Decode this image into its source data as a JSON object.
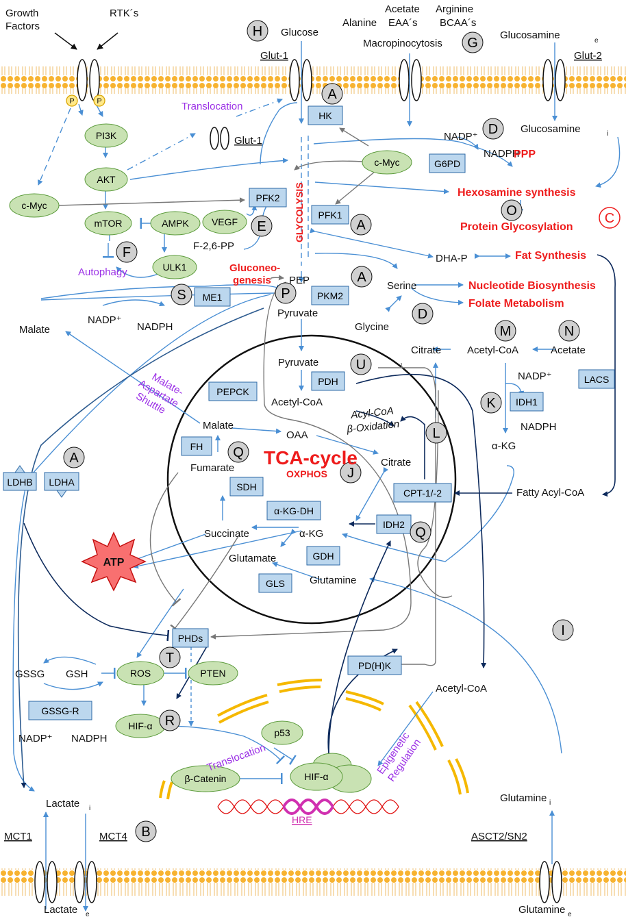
{
  "membrane_labels": {
    "growth_factors": [
      "Growth",
      "Factors"
    ],
    "rtks": "RTK´s",
    "glut1_top": "Glut-1",
    "glucose": "Glucose",
    "amino_acids_row1": [
      "Acetate",
      "Arginine"
    ],
    "amino_acids_row2": [
      "Alanine",
      "EAA´s",
      "BCAA´s"
    ],
    "macropinocytosis": "Macropinocytosis",
    "glucosamine_e": "Glucosamine",
    "glucosamine_e_sub": "e",
    "glut2": "Glut-2",
    "mct1": "MCT1",
    "mct4": "MCT4",
    "asct2": "ASCT2/SN2",
    "lactate_i": "Lactate",
    "lactate_i_sub": "i",
    "lactate_e": "Lactate",
    "lactate_e_sub": "e",
    "glutamine_i": "Glutamine",
    "glutamine_i_sub": "i",
    "glutamine_e": "Glutamine",
    "glutamine_e_sub": "e",
    "phospho": "P"
  },
  "markers": {
    "A": "A",
    "B": "B",
    "C": "C",
    "D": "D",
    "E": "E",
    "F": "F",
    "G": "G",
    "H": "H",
    "I": "I",
    "J": "J",
    "K": "K",
    "L": "L",
    "M": "M",
    "N": "N",
    "O": "O",
    "P": "P",
    "Q": "Q",
    "R": "R",
    "S": "S",
    "T": "T",
    "U": "U"
  },
  "enzymes": {
    "hk": "HK",
    "g6pd": "G6PD",
    "pfk2": "PFK2",
    "pfk1": "PFK1",
    "me1": "ME1",
    "pkm2": "PKM2",
    "pdh": "PDH",
    "pepck": "PEPCK",
    "idh1": "IDH1",
    "lacs": "LACS",
    "fh": "FH",
    "sdh": "SDH",
    "akgdh": "α-KG-DH",
    "gdh": "GDH",
    "gls": "GLS",
    "idh2": "IDH2",
    "cpt": "CPT-1/-2",
    "ldhb": "LDHB",
    "ldha": "LDHA",
    "phds": "PHDs",
    "pdhk": "PD(H)K",
    "gssgr": "GSSG-R"
  },
  "proteins": {
    "pi3k": "PI3K",
    "akt": "AKT",
    "cmyc_left": "c-Myc",
    "cmyc_top": "c-Myc",
    "mtor": "mTOR",
    "ampk": "AMPK",
    "ulk1": "ULK1",
    "vegf": "VEGF",
    "ros": "ROS",
    "pten": "PTEN",
    "hif_cyto": "HIF-α",
    "hif_nuc": "HIF-α",
    "p53": "p53",
    "bcatenin": "β-Catenin"
  },
  "metabolites": {
    "nadp_top": "NADP⁺",
    "nadph_top": "NADPH",
    "f26pp": "F-2,6-PP",
    "pep": "PEP",
    "pyruvate_cyto": "Pyruvate",
    "dhap": "DHA-P",
    "serine": "Serine",
    "glycine": "Glycine",
    "malate_out": "Malate",
    "nadp_mid": "NADP⁺",
    "nadph_mid": "NADPH",
    "citrate_out": "Citrate",
    "acetylcoa_out": "Acetyl-CoA",
    "acetate": "Acetate",
    "nadp_right": "NADP⁺",
    "nadph_right": "NADPH",
    "akg_out": "α-KG",
    "pyruvate_mito": "Pyruvate",
    "acetylcoa_mito": "Acetyl-CoA",
    "malate_mito": "Malate",
    "oaa": "OAA",
    "fumarate": "Fumarate",
    "citrate_mito": "Citrate",
    "succinate": "Succinate",
    "akg_mito": "α-KG",
    "glutamate": "Glutamate",
    "glutamine_mito": "Glutamine",
    "fatty_acylcoa": "Fatty Acyl-CoA",
    "gssg": "GSSG",
    "gsh": "GSH",
    "nadp_bottom": "NADP⁺",
    "nadph_bottom": "NADPH",
    "acetylcoa_nuc": "Acetyl-CoA",
    "glucosamine_i": "Glucosamine",
    "glucosamine_i_sub": "i"
  },
  "processes": {
    "translocation_top": "Translocation",
    "glut1_vesicle": "Glut-1",
    "autophagy": "Autophagy",
    "glycolysis": "GLYCOLYSIS",
    "ppp": "PPP",
    "hexosamine": "Hexosamine synthesis",
    "protein_glyco": "Protein Glycosylation",
    "fat_synth": "Fat Synthesis",
    "gluconeo": [
      "Gluconeo-",
      "genesis"
    ],
    "nucleotide": "Nucleotide Biosynthesis",
    "folate": "Folate Metabolism",
    "shuttle": [
      "Malate-",
      "Aspartate",
      "Shuttle"
    ],
    "beta_ox": [
      "Acyl-CoA",
      "β-Oxidation"
    ],
    "tca": "TCA-cycle",
    "oxphos": "OXPHOS",
    "atp": "ATP",
    "translocation_bottom": "Translocation",
    "epigenetic": [
      "Epigenetic",
      "Regulation"
    ],
    "hre": "HRE"
  },
  "colors": {
    "arrow_light": "#4a8fd4",
    "arrow_dark": "#0d2a5c",
    "enzyme_fill": "#bcd7ee",
    "enzyme_stroke": "#2e6aa6",
    "protein_fill": "#c9e2b3",
    "protein_stroke": "#5a9a3a",
    "red": "#ee1c1c",
    "purple": "#9b30e6",
    "membrane": "#f5a623",
    "gray": "#777777",
    "marker_fill": "#d0d0d0",
    "dna": "#e01010",
    "hre": "#d030b0",
    "dashed_mem": "#f5b800"
  }
}
